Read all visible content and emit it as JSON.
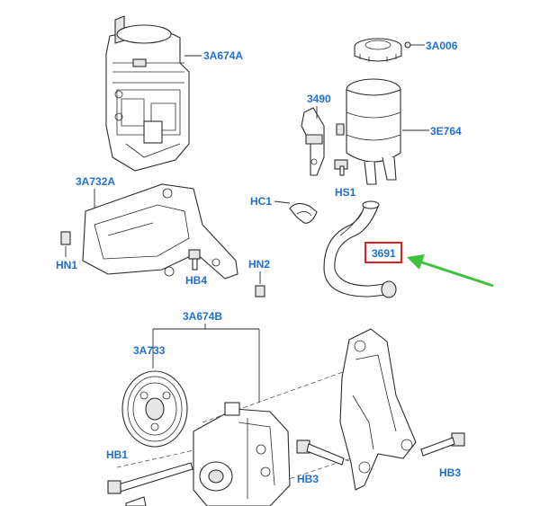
{
  "labels": {
    "pump_reservoir": "3A674A",
    "cap": "3A006",
    "bracket_3490": "3490",
    "reservoir": "3E764",
    "bracket": "3A732A",
    "clip": "HC1",
    "bolt_hs1": "HS1",
    "hose": "3691",
    "nut_hn1": "HN1",
    "nut_hn2": "HN2",
    "bolt_hb4": "HB4",
    "pump_assembly": "3A674B",
    "pulley": "3A733",
    "bolt_hb1": "HB1",
    "bolt_hb3_left": "HB3",
    "bolt_hb3_right": "HB3"
  },
  "colors": {
    "label": "#1f6fd1",
    "highlight_box": "#e02020",
    "arrow": "#3ec23e",
    "line": "#2b2b2b"
  },
  "highlight": {
    "target": "hose",
    "indicator": "green-arrow"
  }
}
